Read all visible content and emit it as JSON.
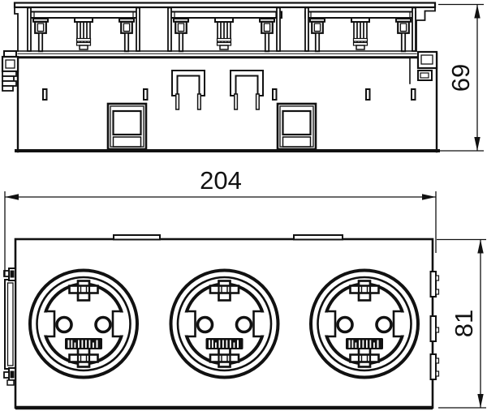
{
  "drawing": {
    "dimensions": {
      "overall_width": "204",
      "insert_depth": "69",
      "front_height": "81"
    }
  }
}
